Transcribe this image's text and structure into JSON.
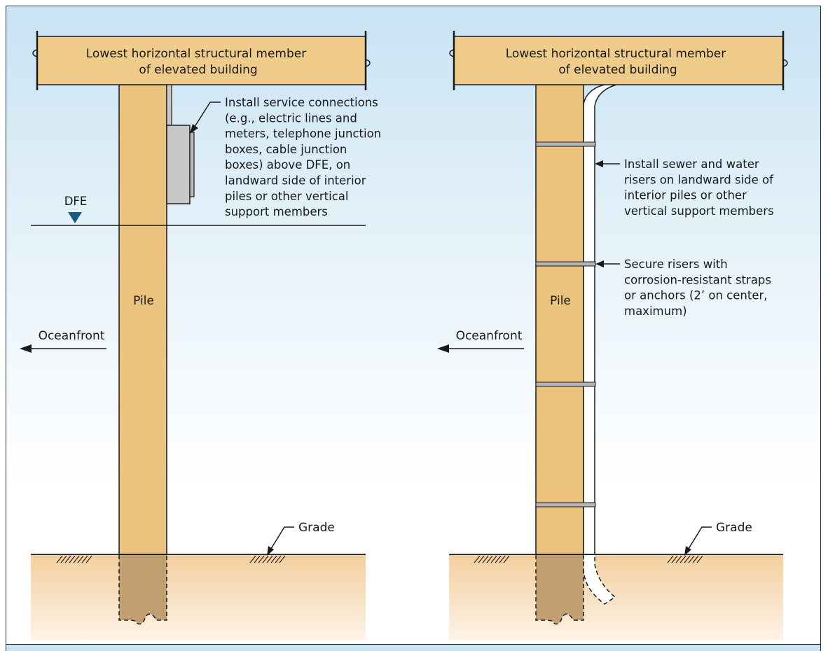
{
  "colors": {
    "beam": "#f0cc8a",
    "pile": "#ebc37f",
    "pile_buried": "#c0a070",
    "soil": "#f5d8b0",
    "meter": "#c8c8c8",
    "dfe_marker": "#1a5c80",
    "sky_top": "#c8e3f4"
  },
  "icons": [
    "arrow-left-icon",
    "dfe-triangle-icon",
    "ground-hatch-icon",
    "leader-arrow-icon"
  ],
  "left_panel": {
    "beam_line1": "Lowest horizontal structural member",
    "beam_line2": "of elevated building",
    "pile_label": "Pile",
    "dfe_label": "DFE",
    "oceanfront_label": "Oceanfront",
    "grade_label": "Grade",
    "service_note": [
      "Install service connections",
      "(e.g., electric lines and",
      "meters, telephone junction",
      "boxes, cable junction",
      "boxes) above DFE, on",
      "landward side of interior",
      "piles or other vertical",
      "support members"
    ]
  },
  "right_panel": {
    "beam_line1": "Lowest horizontal structural member",
    "beam_line2": "of elevated building",
    "pile_label": "Pile",
    "oceanfront_label": "Oceanfront",
    "grade_label": "Grade",
    "riser_note": [
      "Install sewer and water",
      "risers on landward side of",
      "interior piles or other",
      "vertical support members"
    ],
    "strap_note": [
      "Secure risers with",
      "corrosion-resistant straps",
      "or anchors (2’ on center,",
      "maximum)"
    ]
  }
}
